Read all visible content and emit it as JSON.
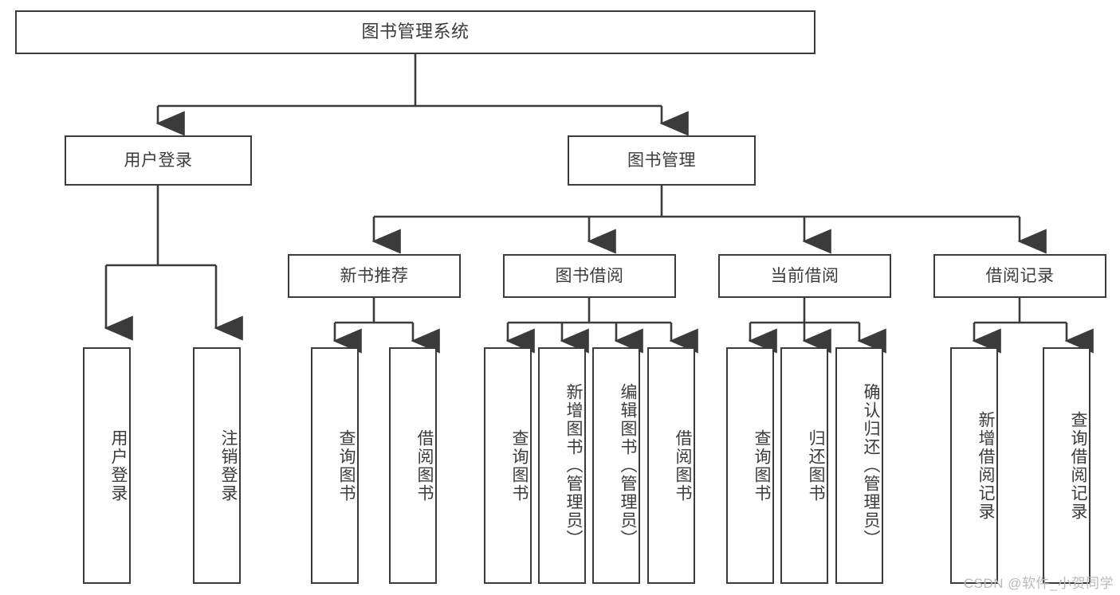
{
  "diagram": {
    "type": "tree",
    "title": "图书管理系统",
    "orientation": "top-down",
    "watermark": "CSDN @软件_小贺同学",
    "colors": {
      "background": "#ffffff",
      "box_border": "#3b3b3b",
      "box_fill": "#ffffff",
      "text": "#3b3b3b",
      "edge": "#3b3b3b",
      "watermark": "#b9b9b9"
    },
    "root": {
      "label": "图书管理系统"
    },
    "level2": [
      {
        "id": "user-login",
        "label": "用户登录"
      },
      {
        "id": "book-manage",
        "label": "图书管理"
      }
    ],
    "level3": [
      {
        "id": "new-book-recommend",
        "label": "新书推荐"
      },
      {
        "id": "book-borrow",
        "label": "图书借阅"
      },
      {
        "id": "current-borrow",
        "label": "当前借阅"
      },
      {
        "id": "borrow-record",
        "label": "借阅记录"
      }
    ],
    "leaves": {
      "user_login": [
        {
          "id": "leaf-user-login",
          "label": "用户登录"
        },
        {
          "id": "leaf-logout-login",
          "label": "注销登录"
        }
      ],
      "new_book_recommend": [
        {
          "id": "leaf-query-book-1",
          "label": "查询图书"
        },
        {
          "id": "leaf-borrow-book-1",
          "label": "借阅图书"
        }
      ],
      "book_borrow": [
        {
          "id": "leaf-query-book-2",
          "label": "查询图书"
        },
        {
          "id": "leaf-add-book",
          "label": "新增图书（管理员）"
        },
        {
          "id": "leaf-edit-book",
          "label": "编辑图书（管理员）"
        },
        {
          "id": "leaf-borrow-book-2",
          "label": "借阅图书"
        }
      ],
      "current_borrow": [
        {
          "id": "leaf-query-book-3",
          "label": "查询图书"
        },
        {
          "id": "leaf-return-book",
          "label": "归还图书"
        },
        {
          "id": "leaf-confirm-return",
          "label": "确认归还（管理员）"
        }
      ],
      "borrow_record": [
        {
          "id": "leaf-add-record",
          "label": "新增借阅记录"
        },
        {
          "id": "leaf-query-record",
          "label": "查询借阅记录"
        }
      ]
    }
  }
}
